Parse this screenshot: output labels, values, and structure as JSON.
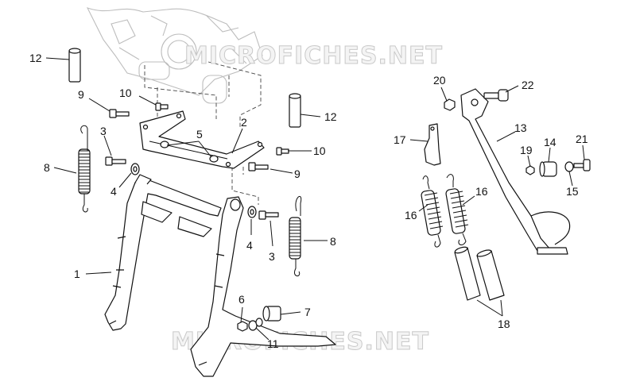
{
  "watermarks": [
    "MICROFICHES.NET",
    "MICROFICHES.NET"
  ],
  "callouts": {
    "c12a": "12",
    "c9a": "9",
    "c10a": "10",
    "c3a": "3",
    "c8a": "8",
    "c4a": "4",
    "c5": "5",
    "c2": "2",
    "c12b": "12",
    "c10b": "10",
    "c9b": "9",
    "c1": "1",
    "c4b": "4",
    "c3b": "3",
    "c8b": "8",
    "c6": "6",
    "c7": "7",
    "c11": "11",
    "c20": "20",
    "c22": "22",
    "c17": "17",
    "c13": "13",
    "c19": "19",
    "c14": "14",
    "c21": "21",
    "c15": "15",
    "c16a": "16",
    "c16b": "16",
    "c18": "18"
  }
}
